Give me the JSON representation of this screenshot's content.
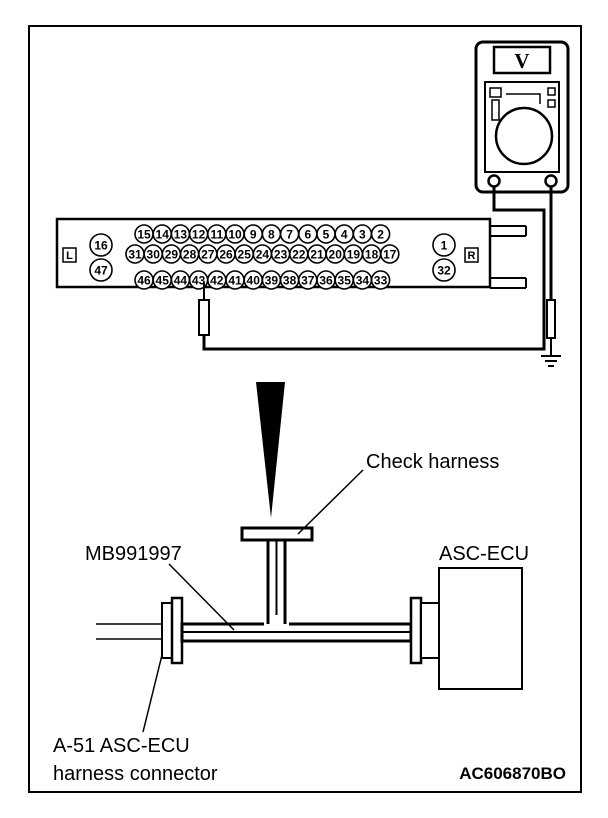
{
  "meter": {
    "unit": "V"
  },
  "connector": {
    "side_left": "L",
    "side_right": "R",
    "left_pins": [
      "16",
      "47"
    ],
    "right_pins": [
      "1",
      "32"
    ],
    "row1": [
      "15",
      "14",
      "13",
      "12",
      "11",
      "10",
      "9",
      "8",
      "7",
      "6",
      "5",
      "4",
      "3",
      "2"
    ],
    "row2": [
      "31",
      "30",
      "29",
      "28",
      "27",
      "26",
      "25",
      "24",
      "23",
      "22",
      "21",
      "20",
      "19",
      "18",
      "17"
    ],
    "row3": [
      "46",
      "45",
      "44",
      "43",
      "42",
      "41",
      "40",
      "39",
      "38",
      "37",
      "36",
      "35",
      "34",
      "33"
    ]
  },
  "labels": {
    "check_harness": "Check harness",
    "tool": "MB991997",
    "ecu": "ASC-ECU",
    "harness_line1": "A-51 ASC-ECU",
    "harness_line2": "harness connector",
    "figure_code": "AC606870BO"
  }
}
